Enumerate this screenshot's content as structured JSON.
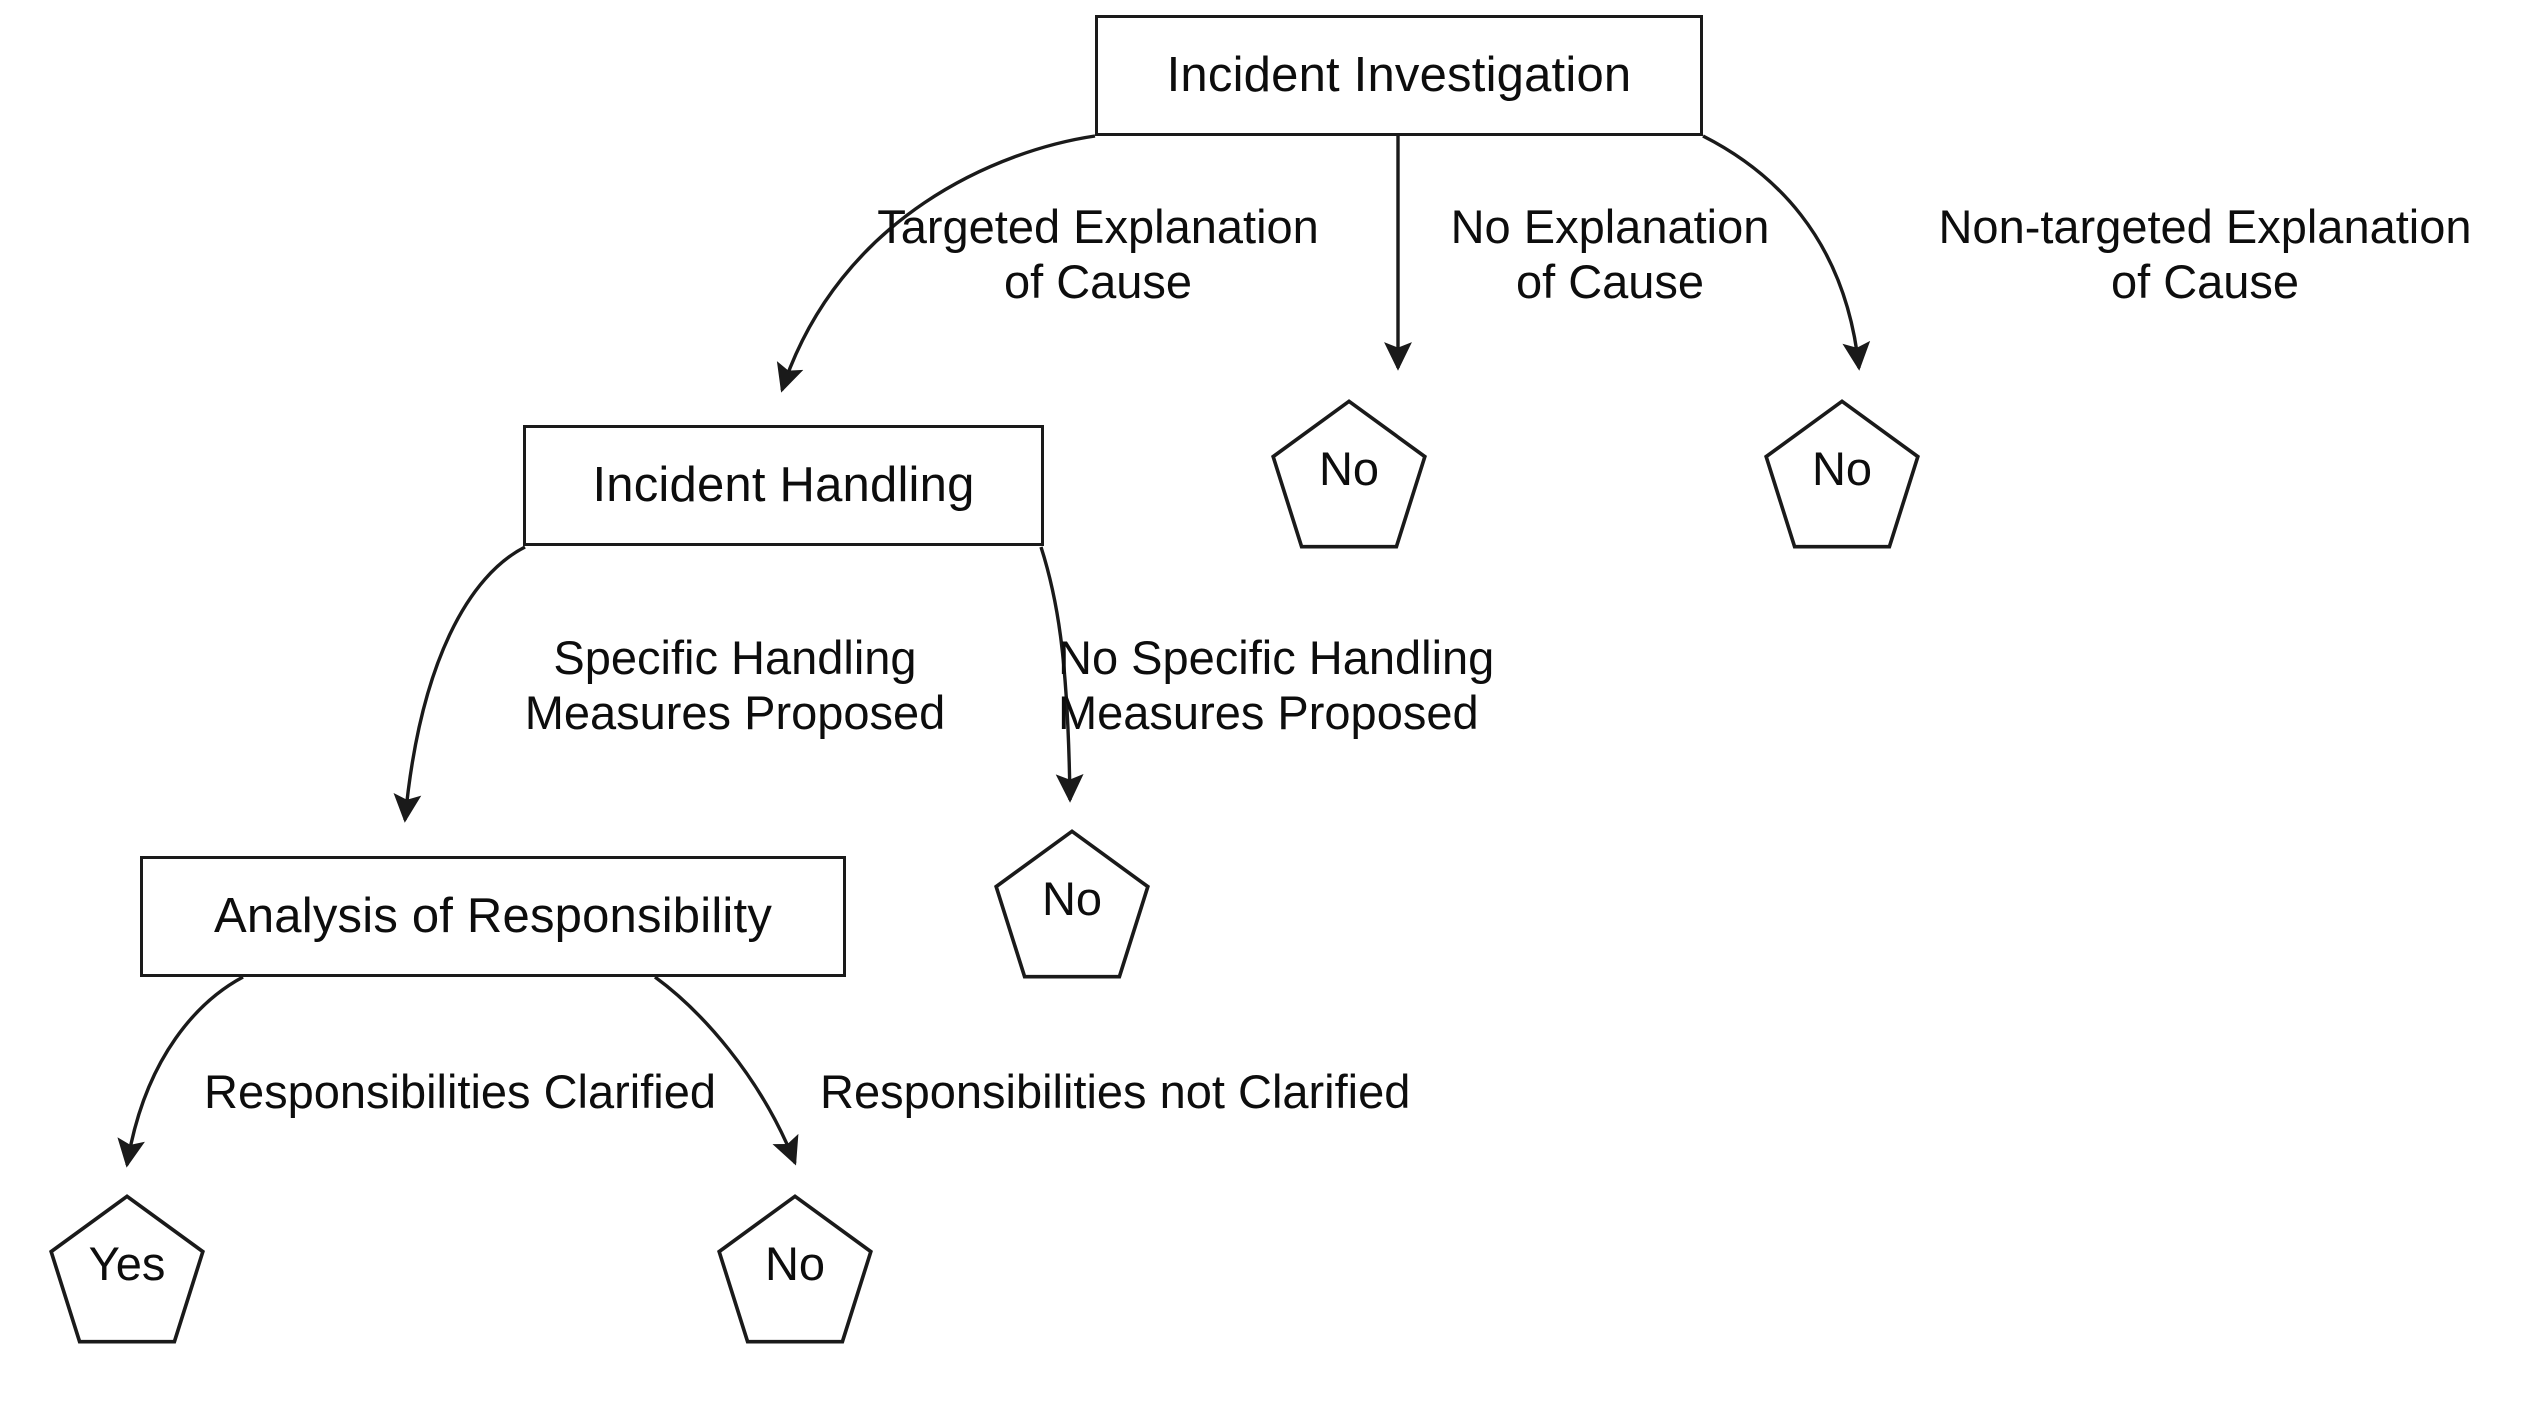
{
  "diagram": {
    "title": "Incident Investigation decision tree",
    "colors": {
      "stroke": "#1a1a1a",
      "text": "#0d0d0d",
      "background": "#ffffff"
    },
    "nodes": [
      {
        "id": "incident-investigation",
        "shape": "rectangle",
        "label": "Incident Investigation"
      },
      {
        "id": "incident-handling",
        "shape": "rectangle",
        "label": "Incident Handling"
      },
      {
        "id": "analysis-of-responsibility",
        "shape": "rectangle",
        "label": "Analysis of Responsibility"
      }
    ],
    "terminals": [
      {
        "id": "no-no-explanation",
        "shape": "pentagon",
        "label": "No"
      },
      {
        "id": "no-non-targeted",
        "shape": "pentagon",
        "label": "No"
      },
      {
        "id": "no-no-specific-handling",
        "shape": "pentagon",
        "label": "No"
      },
      {
        "id": "yes-responsibilities-clarified",
        "shape": "pentagon",
        "label": "Yes"
      },
      {
        "id": "no-responsibilities-not-clarified",
        "shape": "pentagon",
        "label": "No"
      }
    ],
    "edges": [
      {
        "id": "e1",
        "from": "incident-investigation",
        "to": "incident-handling",
        "label_line1": "Targeted Explanation",
        "label_line2": "of Cause",
        "align": "center"
      },
      {
        "id": "e2",
        "from": "incident-investigation",
        "to": "no-no-explanation",
        "label_line1": "No Explanation",
        "label_line2": "of Cause",
        "align": "center"
      },
      {
        "id": "e3",
        "from": "incident-investigation",
        "to": "no-non-targeted",
        "label_line1": "Non-targeted Explanation",
        "label_line2": "of Cause",
        "align": "center"
      },
      {
        "id": "e4",
        "from": "incident-handling",
        "to": "analysis-of-responsibility",
        "label_line1": "Specific Handling",
        "label_line2": "Measures Proposed",
        "align": "center"
      },
      {
        "id": "e5",
        "from": "incident-handling",
        "to": "no-no-specific-handling",
        "label_line1": "No Specific Handling",
        "label_line2": "Measures Proposed",
        "align": "left"
      },
      {
        "id": "e6",
        "from": "analysis-of-responsibility",
        "to": "yes-responsibilities-clarified",
        "label_line1": "Responsibilities Clarified",
        "label_line2": "",
        "align": "center"
      },
      {
        "id": "e7",
        "from": "analysis-of-responsibility",
        "to": "no-responsibilities-not-clarified",
        "label_line1": "Responsibilities not Clarified",
        "label_line2": "",
        "align": "left"
      }
    ],
    "edge_label_text": {
      "e1": "Targeted Explanation\nof Cause",
      "e2": "No Explanation\nof Cause",
      "e3": "Non-targeted Explanation\nof Cause",
      "e4": "Specific Handling\nMeasures Proposed",
      "e5": "No Specific Handling\nMeasures Proposed",
      "e6": "Responsibilities Clarified",
      "e7": "Responsibilities not Clarified"
    }
  }
}
